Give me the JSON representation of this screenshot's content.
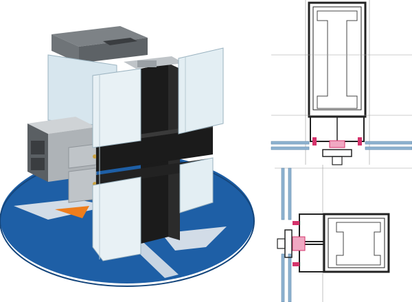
{
  "scene": {
    "description_visible_text": [],
    "colors": {
      "base_disc": "#1e5fa6",
      "base_disc_dark": "#15467c",
      "base_highlight": "#f2f2f2",
      "accent_orange": "#ee7d1c",
      "frame_black": "#1b1b1b",
      "frame_dark": "#2b2b2b",
      "aluminum": "#bfc4c8",
      "aluminum_dark": "#8e9499",
      "steel": "#6f7478",
      "glass": "#d7e6ee",
      "glass_edge": "#9ab2bf",
      "cad_line": "#222222",
      "cad_glass": "#8fb3d1",
      "cad_gasket": "#d5336b"
    }
  },
  "panels": {
    "iso_view": {
      "label": "isometric-curtain-wall-node"
    },
    "section_top": {
      "label": "horizontal-section-detail"
    },
    "section_bottom": {
      "label": "vertical-section-detail"
    }
  }
}
